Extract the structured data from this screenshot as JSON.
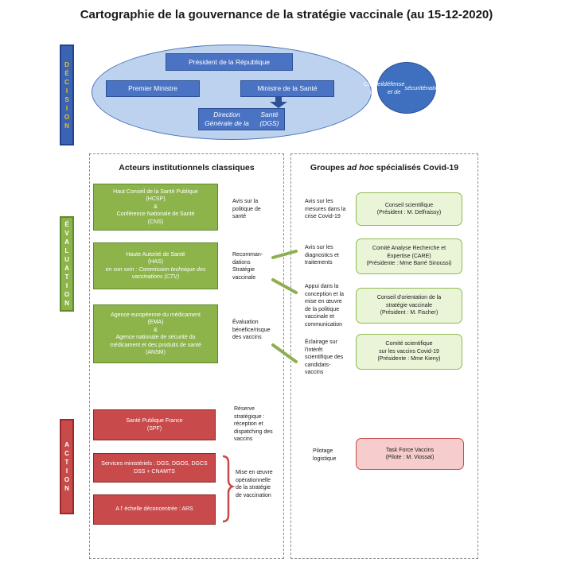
{
  "title": "Cartographie  de la gouvernance de la stratégie vaccinale (au 15-12-2020)",
  "sidebars": {
    "decision": [
      "D",
      "É",
      "C",
      "I",
      "S",
      "I",
      "O",
      "N"
    ],
    "evaluation": [
      "É",
      "V",
      "A",
      "L",
      "U",
      "A",
      "T",
      "I",
      "O",
      "N"
    ],
    "action": [
      "A",
      "C",
      "T",
      "I",
      "O",
      "N"
    ]
  },
  "decision": {
    "president": "Président de la République",
    "premier_ministre": "Premier Ministre",
    "ministre_sante": "Ministre de la Santé",
    "dgs": [
      "Direction Générale de la",
      "Santé (DGS)"
    ],
    "conseil_defense": [
      "Conseil de",
      "défense et de",
      "sécurité",
      "nationale"
    ]
  },
  "left_panel": {
    "title": "Acteurs institutionnels classiques",
    "hcsp": [
      "Haut Conseil de la Santé Publique",
      "(HCSP)",
      "&",
      "Conférence Nationale de Santé",
      "(CNS)"
    ],
    "has": [
      "Haute Autorité de Santé",
      "(HAS)"
    ],
    "has_italic": [
      "en son sein : Commission technique des",
      "vaccinations (CTV)"
    ],
    "ema": [
      "Agence européenne du médicament",
      "(EMA)",
      "&",
      "Agence nationale de sécurité du",
      "médicament et des produits de santé",
      "(ANSM)"
    ],
    "spf": [
      "Santé Publique France",
      "(SPF)"
    ],
    "services": [
      "Services ministériels : DGS, DGOS, DGCS",
      "DSS + CNAMTS"
    ],
    "ars": "A l' échelle déconcentrée : ARS",
    "label_hcsp": [
      "Avis sur la",
      "politique de",
      "santé"
    ],
    "label_has": [
      "Recomman-",
      "dations",
      "Stratégie",
      "vaccinale"
    ],
    "label_ema": [
      "Évaluation",
      "bénéfice/risque",
      "des vaccins"
    ],
    "label_spf": [
      "Réserve",
      "stratégique :",
      "réception et",
      "dispatching des",
      "vaccins"
    ],
    "label_mise": [
      "Mise en œuvre",
      "opérationnelle",
      "de la stratégie",
      "de vaccination"
    ]
  },
  "right_panel": {
    "title_pre": "Groupes ",
    "title_ital": "ad hoc",
    "title_post": " spécialisés Covid-19",
    "label_cs": [
      "Avis sur les",
      "mesures dans la",
      "crise Covid-19"
    ],
    "label_care": [
      "Avis sur les",
      "diagnostics et",
      "traitements"
    ],
    "label_cosv": [
      "Appui dans la",
      "conception et la",
      "mise en œuvre",
      "de la politique",
      "vaccinale et",
      "communication"
    ],
    "label_csv": [
      "Éclairage sur",
      "l'intérêt",
      "scientifique des",
      "candidats-",
      "vaccins"
    ],
    "label_pilotage": [
      "Pilotage",
      "logistique"
    ],
    "cs": [
      "Conseil scientifique",
      "(Président : M. Delfraissy)"
    ],
    "care": [
      "Comité Analyse Recherche et",
      "Expertise (CARE)",
      "(Présidente : Mme Barré Sinoussi)"
    ],
    "cosv": [
      "Conseil d'orientation de la",
      "stratégie vaccinale",
      "(Président : M. Fischer)"
    ],
    "csv": [
      "Comité scientifique",
      "sur les vaccins Covid-19",
      "(Présidente : Mme Kieny)"
    ],
    "tfv": [
      "Task Force Vaccins",
      "(Pilote : M. Viossat)"
    ]
  },
  "colors": {
    "decision_blue": "#3a64b3",
    "evaluation_green": "#8db44b",
    "action_red": "#c84a4a",
    "ellipse_fill": "#bcd2ef",
    "light_green_fill": "#eaf5d8",
    "pink_fill": "#f6cccc"
  }
}
